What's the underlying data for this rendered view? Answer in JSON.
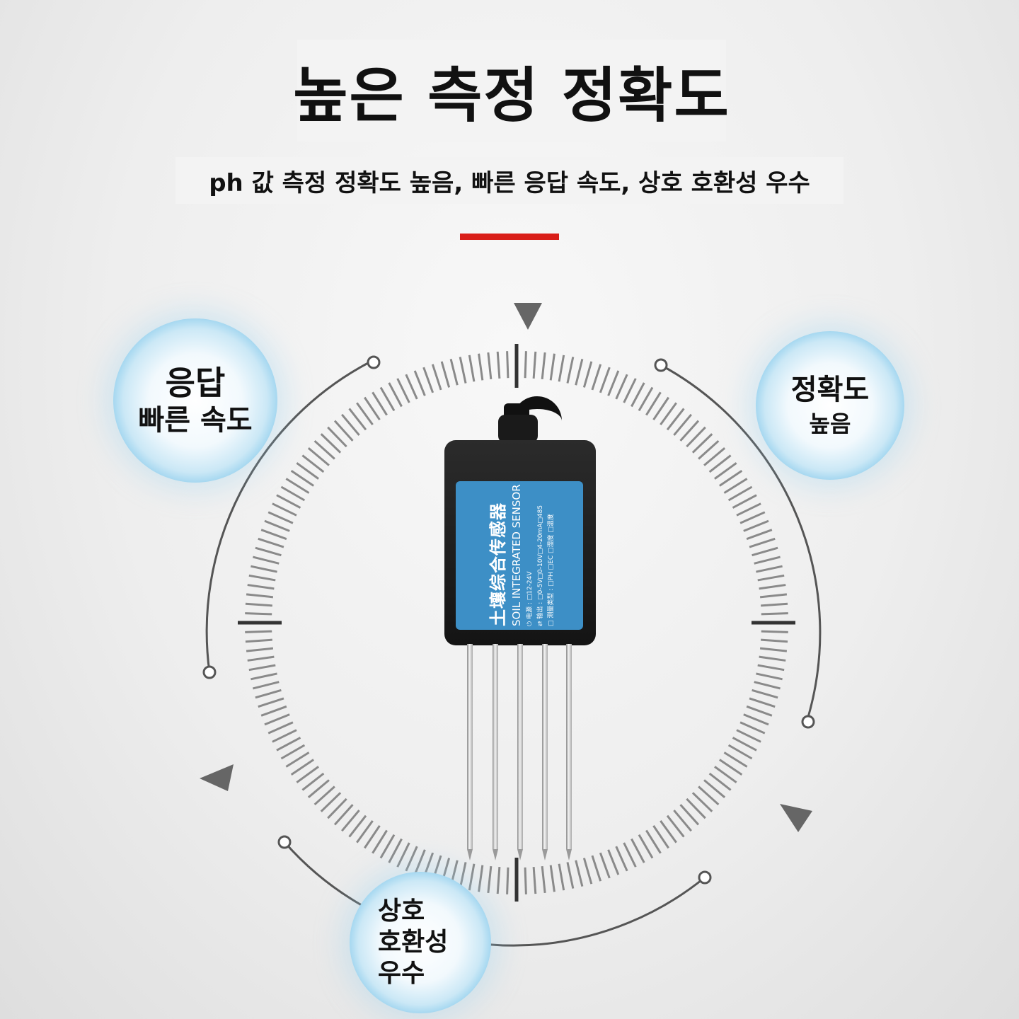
{
  "title": "높은 측정 정확도",
  "subtitle": "ph 값 측정 정확도 높음, 빠른 응답 속도, 상호 호환성 우수",
  "colors": {
    "accent_red": "#d91e18",
    "label_blue": "#3d8fc6",
    "text": "#111111"
  },
  "bubbles": {
    "response": {
      "main": "응답",
      "sub": "빠른 속도"
    },
    "accuracy": {
      "main": "정확도",
      "sub": "높음"
    },
    "compat": {
      "text": "상호 호환성 우수"
    }
  },
  "sensor_label": {
    "cn": "土壤综合传感器",
    "en": "SOIL INTEGRATED SENSOR",
    "power": "⏻ 电源 : □12-24V",
    "output": "⇄ 输出 : □0-5V□0-10V□4-20mA□485",
    "measure": "□ 测量类型 : □PH □EC □湿度 □温度"
  }
}
